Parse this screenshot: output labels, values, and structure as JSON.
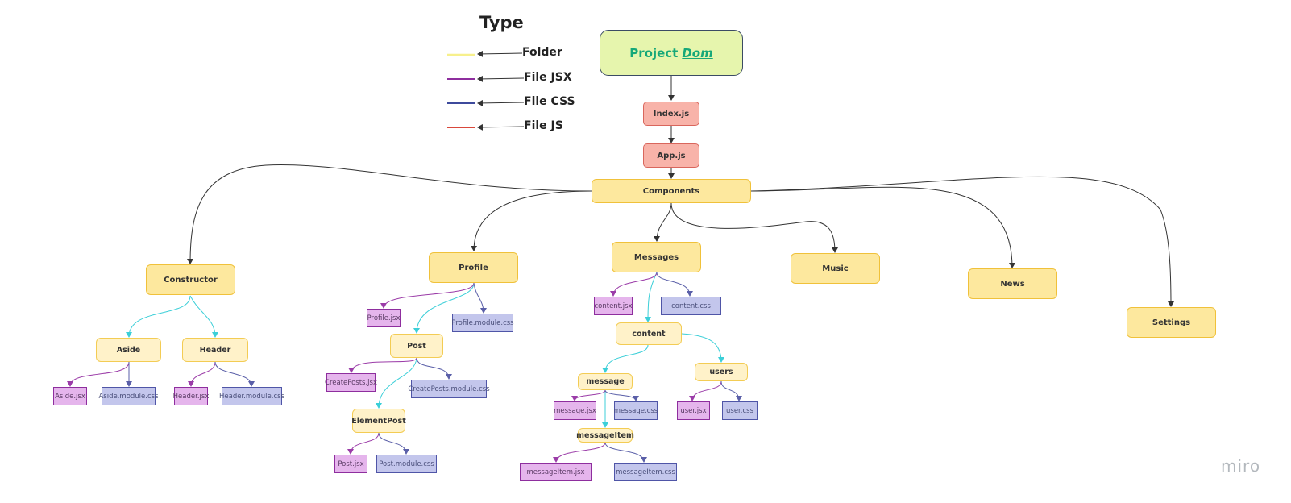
{
  "legend": {
    "title": "Type",
    "items": [
      {
        "key": "folder",
        "label": "Folder",
        "color": "#f7f08c"
      },
      {
        "key": "jsx",
        "label": "File JSX",
        "color": "#8e2e9e"
      },
      {
        "key": "css",
        "label": "File CSS",
        "color": "#3d4a9c"
      },
      {
        "key": "js",
        "label": "File JS",
        "color": "#d9483b"
      }
    ]
  },
  "colors": {
    "edge_black": "#333333",
    "edge_folder": "#3ccfd8",
    "edge_jsx": "#9b3ca8",
    "edge_css": "#5a5fa8"
  },
  "nodes": {
    "root": {
      "prefix": "Project",
      "accent": "Dom"
    },
    "index_js": "Index.js",
    "app_js": "App.js",
    "components": "Components",
    "constructor": "Constructor",
    "aside": "Aside",
    "aside_jsx": "Aside.jsx",
    "aside_css": "Aside.module.css",
    "header": "Header",
    "header_jsx": "Header.jsx",
    "header_css": "Header.module.css",
    "profile": "Profile",
    "profile_jsx": "Profile.jsx",
    "profile_css": "Profile.module.css",
    "post": "Post",
    "createposts_jsx": "CreatePosts.jsx",
    "createposts_css": "CreatePosts.module.css",
    "elementpost": "ElementPost",
    "post_jsx": "Post.jsx",
    "post_css": "Post.module.css",
    "messages": "Messages",
    "content_jsx": "content.jsx",
    "content_css": "content.css",
    "content": "content",
    "message": "message",
    "message_jsx": "message.jsx",
    "message_css": "message.css",
    "messageitem": "messageItem",
    "messageitem_jsx": "messageItem.jsx",
    "messageitem_css": "messageItem.css",
    "users": "users",
    "user_jsx": "user.jsx",
    "user_css": "user.css",
    "music": "Music",
    "news": "News",
    "settings": "Settings"
  },
  "watermark": "miro"
}
